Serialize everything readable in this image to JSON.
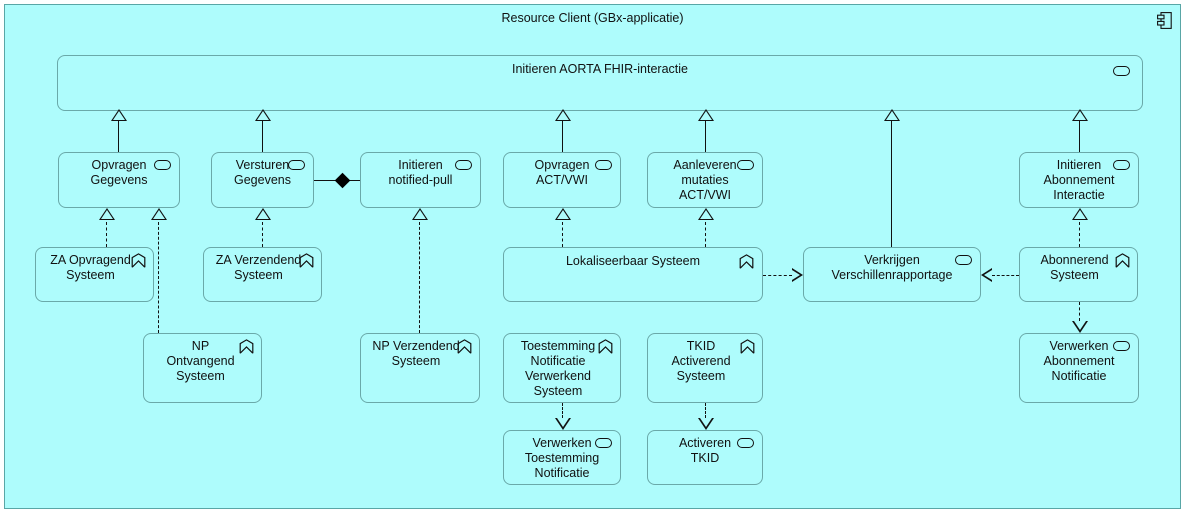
{
  "diagram": {
    "title": "Resource Client (GBx-applicatie)",
    "component_icon": "application-component-icon",
    "colors": {
      "fill": "#aefcfc",
      "stroke": "#6aa9a9",
      "line": "#111111",
      "text": "#111111"
    }
  },
  "nodes": {
    "top_service": {
      "label": "Initieren AORTA FHIR-interactie",
      "icon": "application-service-icon"
    },
    "services": [
      {
        "id": "opvragen-gegevens",
        "label": "Opvragen\nGegevens",
        "icon": "application-service-icon"
      },
      {
        "id": "versturen-gegevens",
        "label": "Versturen\nGegevens",
        "icon": "application-service-icon"
      },
      {
        "id": "initieren-notified-pull",
        "label": "Initieren\nnotified-pull",
        "icon": "application-service-icon"
      },
      {
        "id": "opvragen-act-vwi",
        "label": "Opvragen\nACT/VWI",
        "icon": "application-service-icon"
      },
      {
        "id": "aanleveren-mutaties",
        "label": "Aanleveren\nmutaties\nACT/VWI",
        "icon": "application-service-icon"
      },
      {
        "id": "initieren-abonnement",
        "label": "Initieren\nAbonnement\nInteractie",
        "icon": "application-service-icon"
      }
    ],
    "roles": [
      {
        "id": "za-opvragend-systeem",
        "label": "ZA Opvragend\nSysteem",
        "icon": "application-function-icon"
      },
      {
        "id": "za-verzendend-systeem",
        "label": "ZA Verzendend\nSysteem",
        "icon": "application-function-icon"
      },
      {
        "id": "lokaliseerbaar-systeem",
        "label": "Lokaliseerbaar Systeem",
        "icon": "application-function-icon"
      },
      {
        "id": "abonnerend-systeem",
        "label": "Abonnerend\nSysteem",
        "icon": "application-function-icon"
      },
      {
        "id": "np-ontvangend-systeem",
        "label": "NP\nOntvangend\nSysteem",
        "icon": "application-function-icon"
      },
      {
        "id": "np-verzendend-systeem",
        "label": "NP Verzendend\nSysteem",
        "icon": "application-function-icon"
      },
      {
        "id": "toestemming-notificatie-verwerkend-systeem",
        "label": "Toestemming\nNotificatie\nVerwerkend\nSysteem",
        "icon": "application-function-icon"
      },
      {
        "id": "tkid-activerend-systeem",
        "label": "TKID\nActiverend\nSysteem",
        "icon": "application-function-icon"
      }
    ],
    "lower_services": [
      {
        "id": "verkrijgen-verschillenrapportage",
        "label": "Verkrijgen\nVerschillenrapportage",
        "icon": "application-service-icon"
      },
      {
        "id": "verwerken-abonnement-notificatie",
        "label": "Verwerken\nAbonnement\nNotificatie",
        "icon": "application-service-icon"
      },
      {
        "id": "verwerken-toestemming-notificatie",
        "label": "Verwerken\nToestemming\nNotificatie",
        "icon": "application-service-icon"
      },
      {
        "id": "activeren-tkid",
        "label": "Activeren\nTKID",
        "icon": "application-service-icon"
      }
    ]
  },
  "relations": [
    {
      "from": "opvragen-gegevens",
      "to": "top-service",
      "type": "aggregation-solid-hollow-triangle"
    },
    {
      "from": "versturen-gegevens",
      "to": "top-service",
      "type": "aggregation-solid-hollow-triangle"
    },
    {
      "from": "opvragen-act-vwi",
      "to": "top-service",
      "type": "aggregation-solid-hollow-triangle"
    },
    {
      "from": "aanleveren-mutaties",
      "to": "top-service",
      "type": "aggregation-solid-hollow-triangle"
    },
    {
      "from": "initieren-abonnement",
      "to": "top-service",
      "type": "aggregation-solid-hollow-triangle"
    },
    {
      "from": "verkrijgen-verschillenrapportage",
      "to": "top-service",
      "type": "aggregation-solid-hollow-triangle"
    },
    {
      "from": "versturen-gegevens",
      "to": "initieren-notified-pull",
      "type": "composition-filled-diamond"
    },
    {
      "from": "za-opvragend-systeem",
      "to": "opvragen-gegevens",
      "type": "realization-dashed-hollow-triangle"
    },
    {
      "from": "np-ontvangend-systeem",
      "to": "opvragen-gegevens",
      "type": "realization-dashed-hollow-triangle"
    },
    {
      "from": "za-verzendend-systeem",
      "to": "versturen-gegevens",
      "type": "realization-dashed-hollow-triangle"
    },
    {
      "from": "np-verzendend-systeem",
      "to": "initieren-notified-pull",
      "type": "realization-dashed-hollow-triangle"
    },
    {
      "from": "lokaliseerbaar-systeem",
      "to": "opvragen-act-vwi",
      "type": "realization-dashed-hollow-triangle"
    },
    {
      "from": "lokaliseerbaar-systeem",
      "to": "aanleveren-mutaties",
      "type": "realization-dashed-hollow-triangle"
    },
    {
      "from": "lokaliseerbaar-systeem",
      "to": "verkrijgen-verschillenrapportage",
      "type": "realization-dashed-hollow-triangle"
    },
    {
      "from": "abonnerend-systeem",
      "to": "verkrijgen-verschillenrapportage",
      "type": "realization-dashed-hollow-triangle"
    },
    {
      "from": "abonnerend-systeem",
      "to": "initieren-abonnement",
      "type": "realization-dashed-hollow-triangle"
    },
    {
      "from": "abonnerend-systeem",
      "to": "verwerken-abonnement-notificatie",
      "type": "realization-dashed-hollow-triangle"
    },
    {
      "from": "toestemming-notificatie-verwerkend-systeem",
      "to": "verwerken-toestemming-notificatie",
      "type": "realization-dashed-hollow-triangle"
    },
    {
      "from": "tkid-activerend-systeem",
      "to": "activeren-tkid",
      "type": "realization-dashed-hollow-triangle"
    }
  ]
}
